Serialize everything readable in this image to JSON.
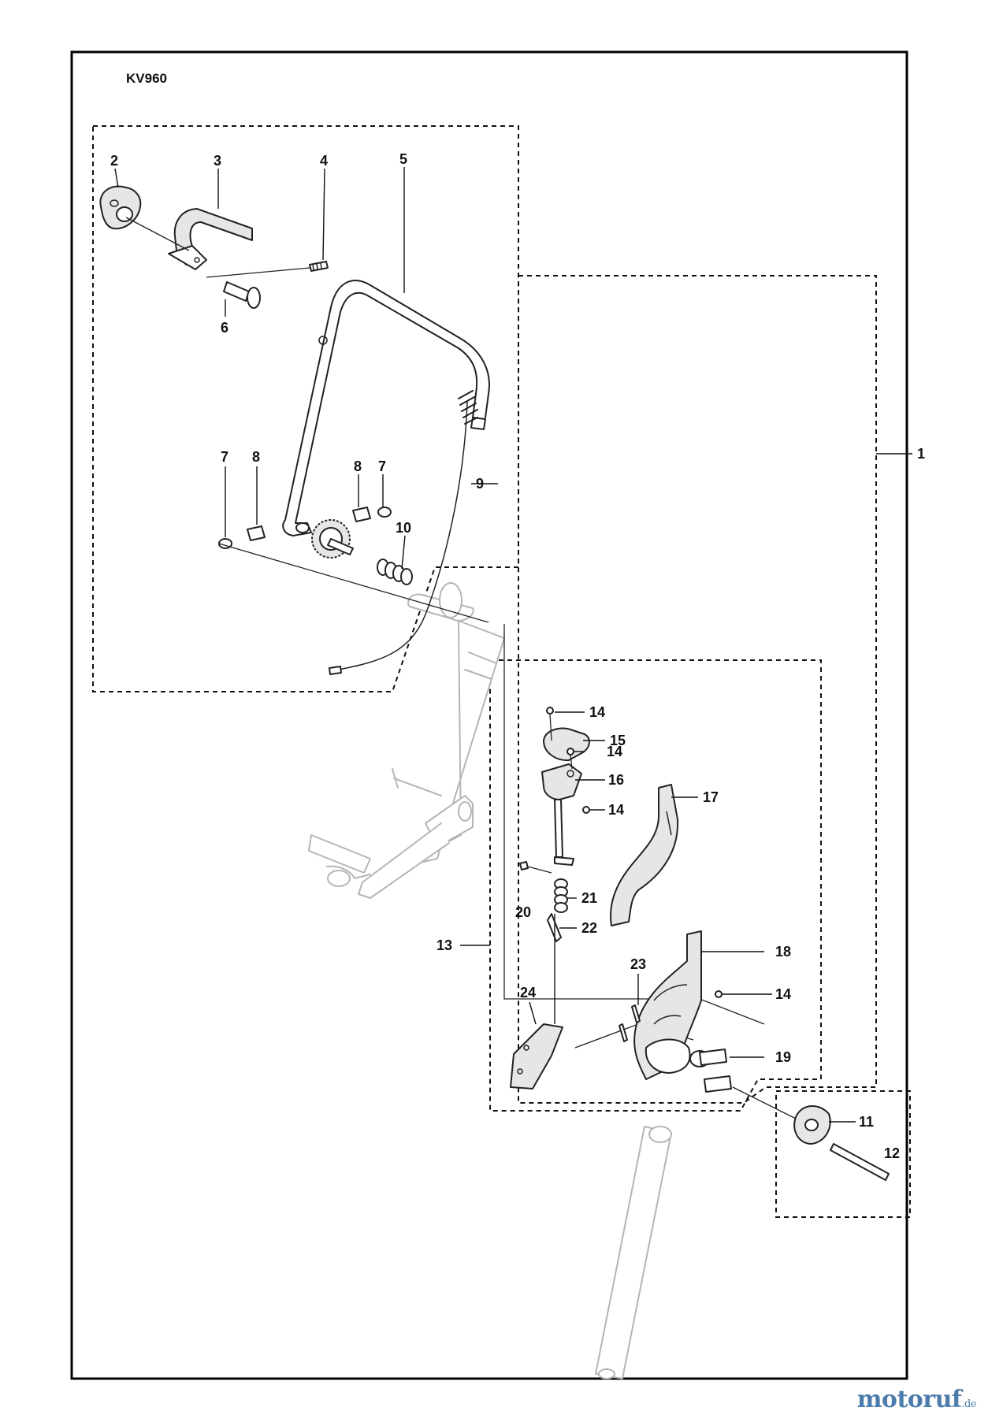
{
  "model": "KV960",
  "callouts": [
    "1",
    "2",
    "3",
    "4",
    "5",
    "6",
    "7",
    "8",
    "8",
    "7",
    "9",
    "10",
    "11",
    "12",
    "13",
    "14",
    "15",
    "14",
    "16",
    "14",
    "17",
    "18",
    "14",
    "19",
    "20",
    "21",
    "22",
    "23",
    "24"
  ],
  "brand": {
    "name": "motoruf",
    "suffix": ".de"
  }
}
